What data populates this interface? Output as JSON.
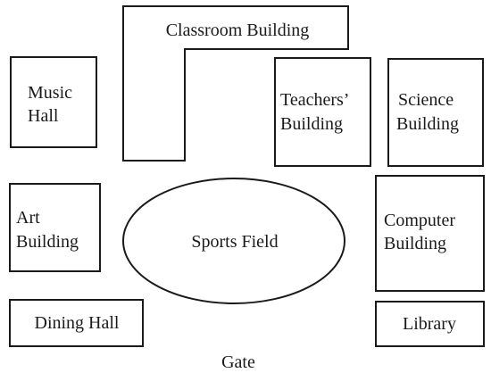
{
  "map": {
    "buildings": {
      "classroom": {
        "label": "Classroom Building"
      },
      "music": {
        "line1": "Music",
        "line2": "Hall"
      },
      "teachers": {
        "line1": "Teachers’",
        "line2": "Building"
      },
      "science": {
        "line1": "Science",
        "line2": "Building"
      },
      "art": {
        "line1": "Art",
        "line2": "Building"
      },
      "sports": {
        "label": "Sports Field"
      },
      "computer": {
        "line1": "Computer",
        "line2": "Building"
      },
      "dining": {
        "label": "Dining Hall"
      },
      "library": {
        "label": "Library"
      }
    },
    "gate": {
      "label": "Gate"
    }
  }
}
